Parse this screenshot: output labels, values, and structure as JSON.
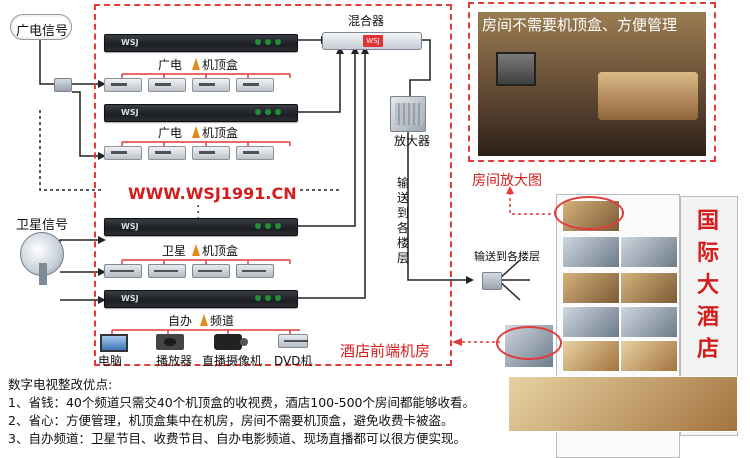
{
  "signals": {
    "cable": "广电信号",
    "satellite": "卫星信号"
  },
  "devices": {
    "mixer": "混合器",
    "mixer_logo": "WSJ",
    "amplifier": "放大器",
    "rack_logo": "WSJ"
  },
  "groups": {
    "g1": "广电",
    "g1_b": "机顶盒",
    "g2": "广电",
    "g2_b": "机顶盒",
    "g3": "卫星",
    "g3_b": "机顶盒",
    "g4": "自办",
    "g4_b": "频道"
  },
  "website": "WWW.WSJ1991.CN",
  "sources": [
    "电脑",
    "播放器",
    "直播摄像机",
    "DVD机"
  ],
  "vertical_caption": [
    "输",
    "送",
    "到",
    "各",
    "楼",
    "层"
  ],
  "floors_caption": "输送到各楼层",
  "headend_caption": "酒店前端机房",
  "room_caption": "房间不需要机顶盒、方便管理",
  "room_zoom_caption": "房间放大图",
  "hotel_sign": [
    "国",
    "际",
    "大",
    "酒",
    "店"
  ],
  "advantages": {
    "title": "数字电视整改优点:",
    "items": [
      "1、省钱：40个频道只需交40个机顶盒的收视费，酒店100-500个房间都能够收看。",
      "2、省心：方便管理，机顶盒集中在机房，房间不需要机顶盒，避免收费卡被盗。",
      "3、自办频道：卫星节目、收费节目、自办电影频道、现场直播都可以很方便实现。"
    ]
  },
  "colors": {
    "accent": "#e23b3b",
    "arrow": "#e08b1a"
  }
}
